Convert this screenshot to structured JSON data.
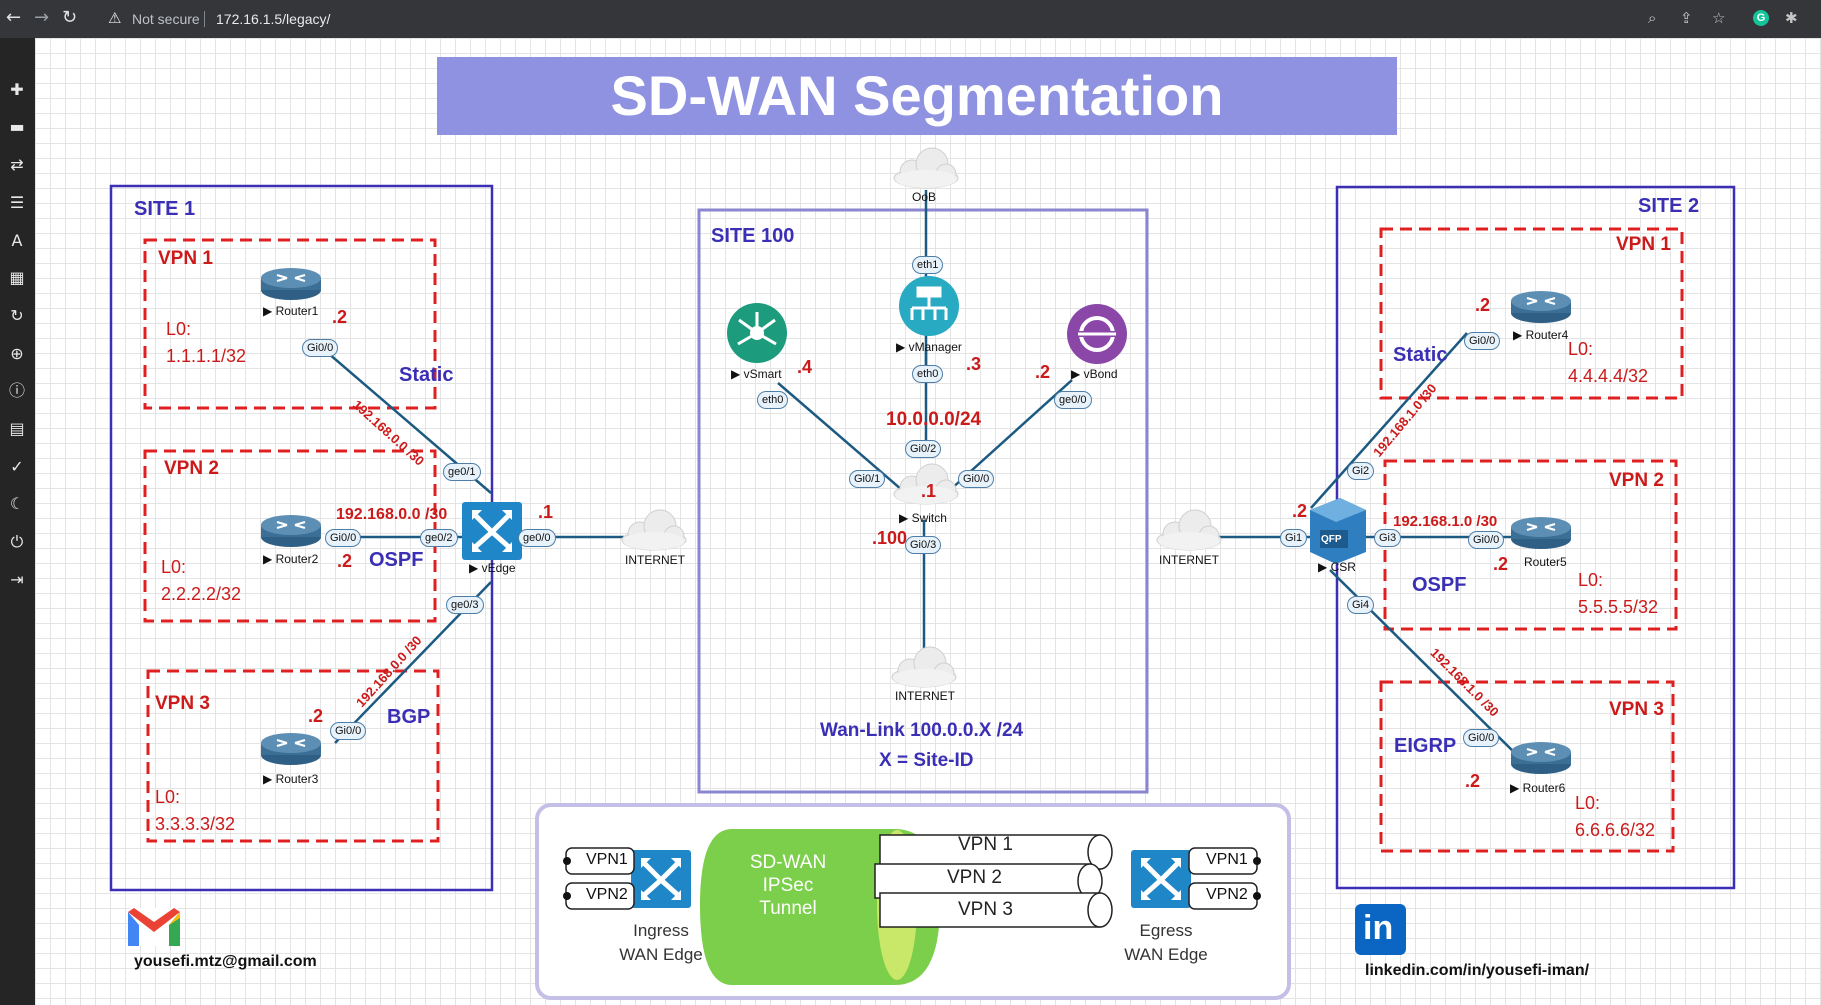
{
  "browser": {
    "security_label": "Not secure",
    "url": "172.16.1.5/legacy/",
    "icons": [
      "back-icon",
      "forward-icon",
      "reload-icon",
      "warning-icon",
      "zoom-icon",
      "share-icon",
      "bookmark-star-icon",
      "grammarly-icon",
      "puzzle-icon"
    ]
  },
  "sidebar": {
    "icons": [
      "add-icon",
      "storage-icon",
      "swap-icon",
      "align-icon",
      "text-icon",
      "grid-icon",
      "refresh-icon",
      "zoom-in-icon",
      "info-icon",
      "list-icon",
      "check-circle-icon",
      "moon-icon",
      "power-icon",
      "logout-icon"
    ]
  },
  "title": "SD-WAN Segmentation",
  "site1": {
    "label": "SITE 1",
    "vpn1": {
      "label": "VPN 1",
      "router": "Router1",
      "port": "Gi0/0",
      "host": ".2",
      "l0_label": "L0:",
      "l0_value": "1.1.1.1/32"
    },
    "vpn2": {
      "label": "VPN 2",
      "router": "Router2",
      "port": "Gi0/0",
      "host": ".2",
      "l0_label": "L0:",
      "l0_value": "2.2.2.2/32",
      "subnet": "192.168.0.0 /30",
      "protocol": "OSPF"
    },
    "vpn3": {
      "label": "VPN 3",
      "router": "Router3",
      "port": "Gi0/0",
      "host": ".2",
      "l0_label": "L0:",
      "l0_value": "3.3.3.3/32"
    },
    "static_label": "Static",
    "static_subnet": "192.168.0.0 /30",
    "bgp_label": "BGP",
    "bgp_subnet": "192.168.0.0 /30",
    "vedge": {
      "name": "vEdge",
      "ports": [
        "ge0/1",
        "ge0/2",
        "ge0/3",
        "ge0/0"
      ],
      "host": ".1"
    },
    "internet": "INTERNET"
  },
  "site100": {
    "label": "SITE 100",
    "oob": "OoB",
    "vmanager": {
      "name": "vManager",
      "ports": [
        "eth1",
        "eth0"
      ],
      "host": ".3"
    },
    "vsmart": {
      "name": "vSmart",
      "port": "eth0",
      "host": ".4"
    },
    "vbond": {
      "name": "vBond",
      "port": "ge0/0",
      "host": ".2"
    },
    "subnet": "10.0.0.0/24",
    "switch": {
      "name": "Switch",
      "ports": [
        "Gi0/2",
        "Gi0/1",
        "Gi0/0",
        "Gi0/3"
      ],
      "host": ".1"
    },
    "uplink_host": ".100",
    "internet": "INTERNET",
    "wan_link": "Wan-Link 100.0.0.X /24",
    "wan_note": "X = Site-ID"
  },
  "site2": {
    "label": "SITE 2",
    "vpn1": {
      "label": "VPN 1",
      "router": "Router4",
      "port": "Gi0/0",
      "host": ".2",
      "l0_label": "L0:",
      "l0_value": "4.4.4.4/32",
      "protocol": "Static",
      "subnet": "192.168.1.0 /30"
    },
    "vpn2": {
      "label": "VPN 2",
      "router": "Router5",
      "port": "Gi0/0",
      "host": ".2",
      "l0_label": "L0:",
      "l0_value": "5.5.5.5/32",
      "protocol": "OSPF",
      "subnet": "192.168.1.0 /30"
    },
    "vpn3": {
      "label": "VPN 3",
      "router": "Router6",
      "port": "Gi0/0",
      "host": ".2",
      "l0_label": "L0:",
      "l0_value": "6.6.6.6/32",
      "protocol": "EIGRP",
      "subnet": "192.168.1.0 /30"
    },
    "csr": {
      "name": "CSR",
      "badge": "QFP",
      "ports": [
        "Gi2",
        "Gi1",
        "Gi3",
        "Gi4"
      ],
      "host": ".2"
    },
    "internet": "INTERNET"
  },
  "legend": {
    "ingress_vpns": [
      "VPN1",
      "VPN2"
    ],
    "ingress_label_1": "Ingress",
    "ingress_label_2": "WAN Edge",
    "tunnel_1": "SD-WAN",
    "tunnel_2": "IPSec",
    "tunnel_3": "Tunnel",
    "pipes": [
      "VPN 1",
      "VPN 2",
      "VPN 3"
    ],
    "egress_vpns": [
      "VPN1",
      "VPN2"
    ],
    "egress_label_1": "Egress",
    "egress_label_2": "WAN Edge"
  },
  "contact": {
    "email": "yousefi.mtz@gmail.com",
    "linkedin": "linkedin.com/in/yousefi-iman/",
    "gmail_icon": "gmail-icon",
    "linkedin_icon": "linkedin-icon",
    "linkedin_badge": "in"
  },
  "colors": {
    "title_bg": "#8e92e0",
    "site_border": "#3a2fb5",
    "vpn_border": "#e02020",
    "link": "#1c5a82",
    "tunnel": "#7bcf4a",
    "router": "#3c6f96",
    "vedge": "#1f86c8"
  }
}
